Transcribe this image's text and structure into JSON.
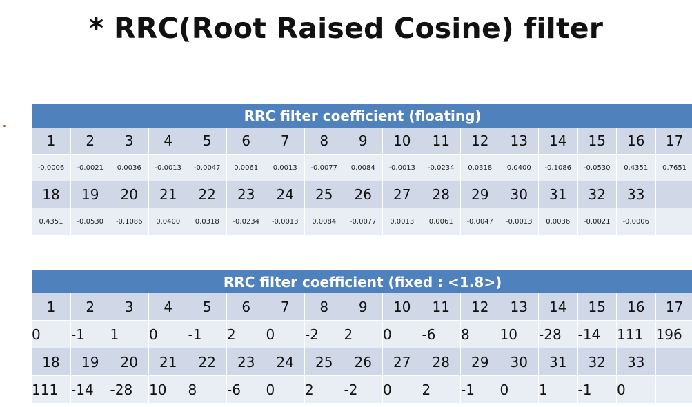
{
  "title": "* RRC(Root Raised Cosine) filter",
  "floating_table": {
    "header": "RRC filter coefficient (floating)",
    "row1_index": [
      "1",
      "2",
      "3",
      "4",
      "5",
      "6",
      "7",
      "8",
      "9",
      "10",
      "11",
      "12",
      "13",
      "14",
      "15",
      "16",
      "17"
    ],
    "row1_values": [
      "-0.0006",
      "-0.0021",
      "0.0036",
      "-0.0013",
      "-0.0047",
      "0.0061",
      "0.0013",
      "-0.0077",
      "0.0084",
      "-0.0013",
      "-0.0234",
      "0.0318",
      "0.0400",
      "-0.1086",
      "-0.0530",
      "0.4351",
      "0.7651"
    ],
    "row2_index": [
      "18",
      "19",
      "20",
      "21",
      "22",
      "23",
      "24",
      "25",
      "26",
      "27",
      "28",
      "29",
      "30",
      "31",
      "32",
      "33",
      ""
    ],
    "row2_values": [
      "0.4351",
      "-0.0530",
      "-0.1086",
      "0.0400",
      "0.0318",
      "-0.0234",
      "-0.0013",
      "0.0084",
      "-0.0077",
      "0.0013",
      "0.0061",
      "-0.0047",
      "-0.0013",
      "0.0036",
      "-0.0021",
      "-0.0006",
      ""
    ]
  },
  "fixed_table": {
    "header": "RRC filter coefficient (fixed : <1.8>)",
    "row1_index": [
      "1",
      "2",
      "3",
      "4",
      "5",
      "6",
      "7",
      "8",
      "9",
      "10",
      "11",
      "12",
      "13",
      "14",
      "15",
      "16",
      "17"
    ],
    "row1_values": [
      "0",
      "-1",
      "1",
      "0",
      "-1",
      "2",
      "0",
      "-2",
      "2",
      "0",
      "-6",
      "8",
      "10",
      "-28",
      "-14",
      "111",
      "196"
    ],
    "row2_index": [
      "18",
      "19",
      "20",
      "21",
      "22",
      "23",
      "24",
      "25",
      "26",
      "27",
      "28",
      "29",
      "30",
      "31",
      "32",
      "33",
      ""
    ],
    "row2_values": [
      "111",
      "-14",
      "-28",
      "10",
      "8",
      "-6",
      "0",
      "2",
      "-2",
      "0",
      "2",
      "-1",
      "0",
      "1",
      "-1",
      "0",
      ""
    ]
  }
}
